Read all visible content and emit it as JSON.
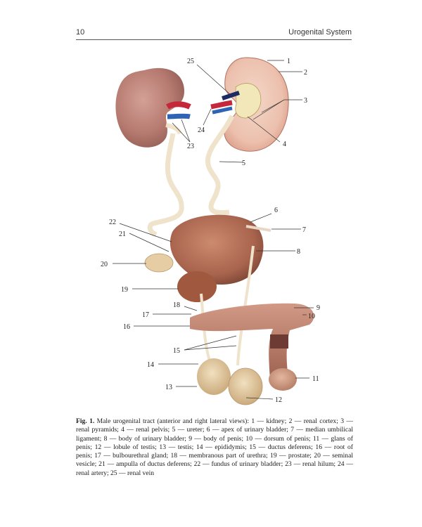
{
  "header": {
    "page_number": "10",
    "running_title": "Urogenital System"
  },
  "figure": {
    "labels": [
      {
        "id": "1",
        "text": "1"
      },
      {
        "id": "2",
        "text": "2"
      },
      {
        "id": "3",
        "text": "3"
      },
      {
        "id": "4",
        "text": "4"
      },
      {
        "id": "5",
        "text": "5"
      },
      {
        "id": "6",
        "text": "6"
      },
      {
        "id": "7",
        "text": "7"
      },
      {
        "id": "8",
        "text": "8"
      },
      {
        "id": "9",
        "text": "9"
      },
      {
        "id": "10",
        "text": "10"
      },
      {
        "id": "11",
        "text": "11"
      },
      {
        "id": "12",
        "text": "12"
      },
      {
        "id": "13",
        "text": "13"
      },
      {
        "id": "14",
        "text": "14"
      },
      {
        "id": "15",
        "text": "15"
      },
      {
        "id": "16",
        "text": "16"
      },
      {
        "id": "17",
        "text": "17"
      },
      {
        "id": "18",
        "text": "18"
      },
      {
        "id": "19",
        "text": "19"
      },
      {
        "id": "20",
        "text": "20"
      },
      {
        "id": "21",
        "text": "21"
      },
      {
        "id": "22",
        "text": "22"
      },
      {
        "id": "23",
        "text": "23"
      },
      {
        "id": "24",
        "text": "24"
      },
      {
        "id": "25",
        "text": "25"
      }
    ]
  },
  "caption": {
    "label": "Fig. 1.",
    "text": "Male urogenital tract (anterior and right lateral views): 1 — kidney; 2 — renal cortex; 3 — renal pyramids; 4 — renal pelvis; 5 — ureter; 6 — apex of urinary bladder; 7 — median umbilical ligament; 8 — body of urinary bladder; 9 — body of penis; 10 — dorsum of penis; 11 — glans of penis; 12 — lobule of testis; 13 — testis; 14 — epididymis; 15 — ductus deferens; 16 — root of penis; 17 — bulbourethral gland; 18 — membranous part of urethra; 19 — prostate; 20 — seminal vesicle; 21 — ampulla of ductus deferens; 22 — fundus of urinary bladder; 23 — renal hilum; 24 — renal artery; 25 — renal vein"
  }
}
